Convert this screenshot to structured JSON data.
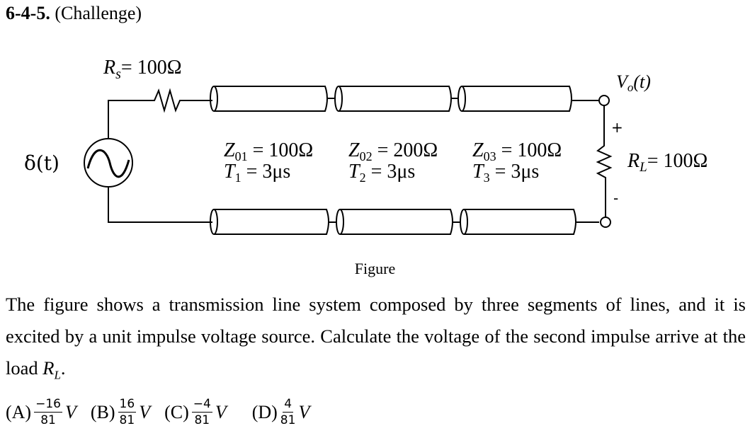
{
  "header": {
    "number": "6-4-5.",
    "tag": "(Challenge)"
  },
  "figure": {
    "source_label": "δ(t)",
    "rs_label": "R",
    "rs_sub": "s",
    "rs_value": "= 100Ω",
    "lines": [
      {
        "z_label": "Z",
        "z_sub": "01",
        "z_value": " = 100Ω",
        "t_label": "T",
        "t_sub": "1",
        "t_value": " = 3μs"
      },
      {
        "z_label": "Z",
        "z_sub": "02",
        "z_value": " = 200Ω",
        "t_label": "T",
        "t_sub": "2",
        "t_value": " = 3μs"
      },
      {
        "z_label": "Z",
        "z_sub": "03",
        "z_value": " = 100Ω",
        "t_label": "T",
        "t_sub": "3",
        "t_value": " = 3μs"
      }
    ],
    "vo_label": "V",
    "vo_sub": "o",
    "vo_arg": "(t)",
    "plus": "+",
    "minus": "-",
    "rl_label": "R",
    "rl_sub": "L",
    "rl_value": "= 100Ω",
    "caption": "Figure"
  },
  "question": {
    "text": "The figure shows a transmission line system composed by three segments of lines, and it is excited by a unit impulse voltage source. Calculate the voltage of the second impulse arrive at the load ",
    "rl": "R",
    "rl_sub": "L",
    "end": "."
  },
  "options": [
    {
      "label": "(A)",
      "num": "−16",
      "den": "81",
      "unit": "V"
    },
    {
      "label": "(B)",
      "num": "16",
      "den": "81",
      "unit": "V"
    },
    {
      "label": "(C)",
      "num": "−4",
      "den": "81",
      "unit": "V"
    },
    {
      "label": "(D)",
      "num": "4",
      "den": "81",
      "unit": "V"
    }
  ]
}
